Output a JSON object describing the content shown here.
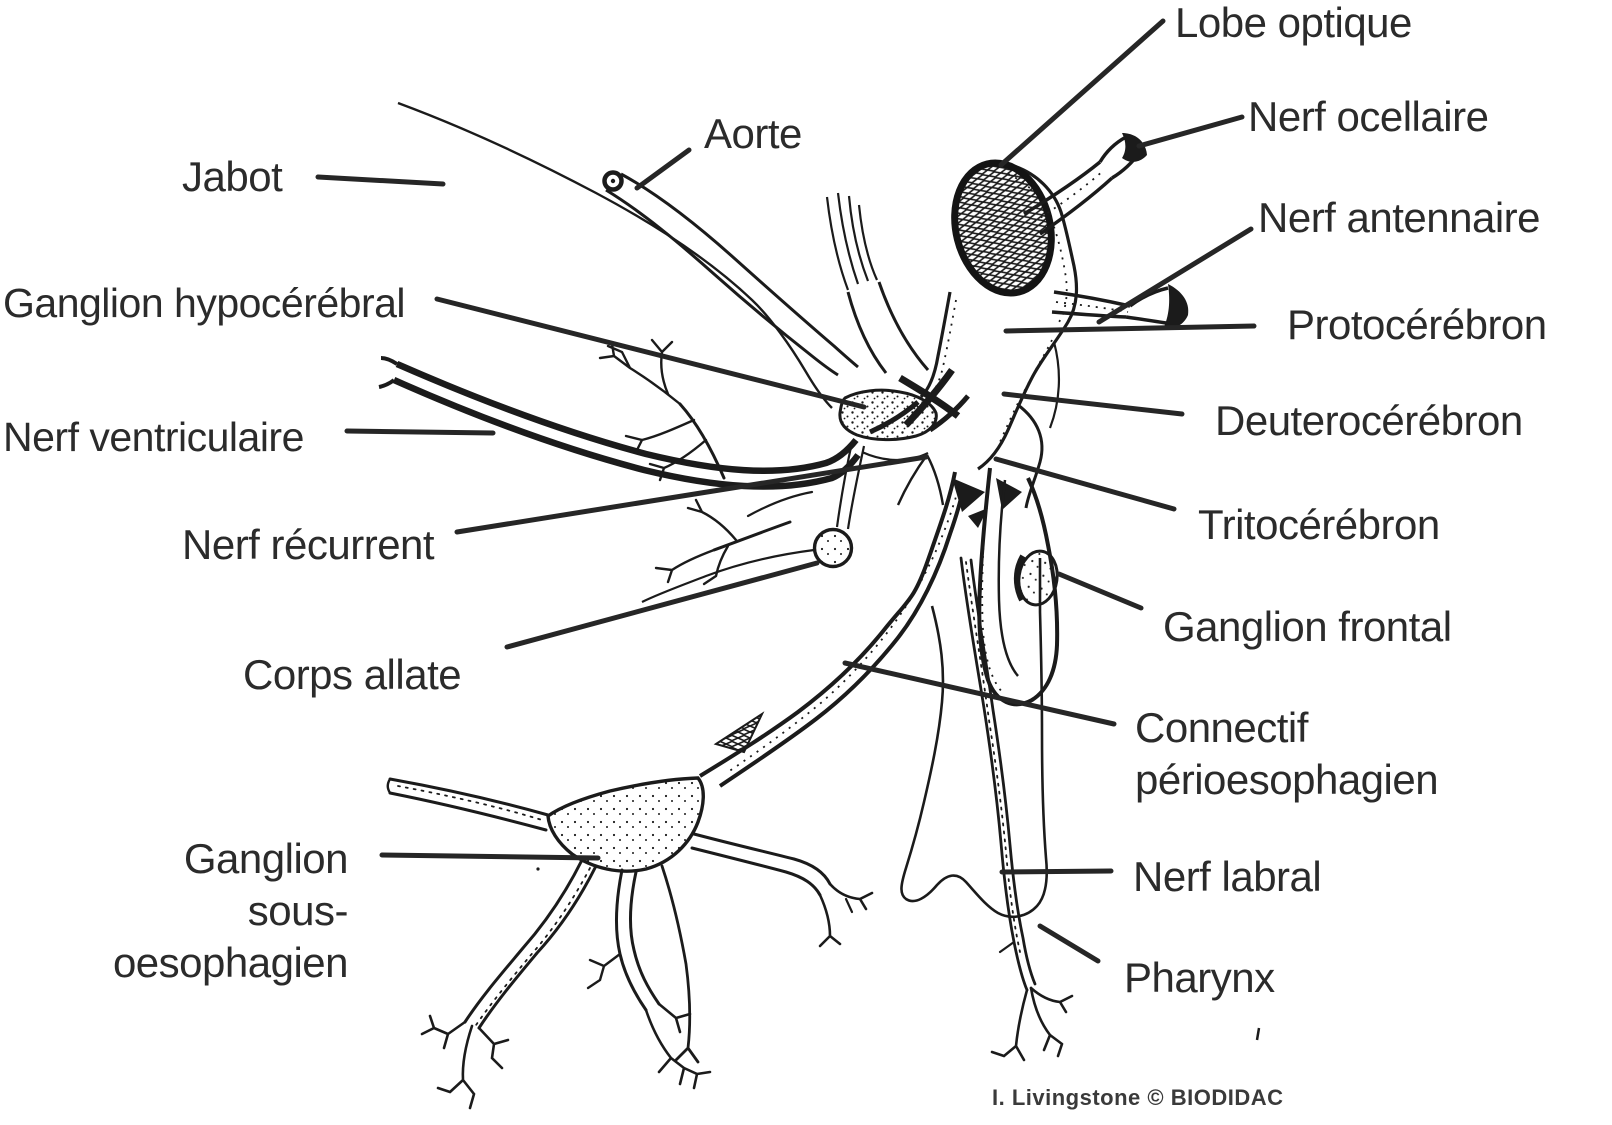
{
  "labels": {
    "lobe_optique": "Lobe optique",
    "nerf_ocellaire": "Nerf ocellaire",
    "aorte": "Aorte",
    "jabot": "Jabot",
    "nerf_antennaire": "Nerf antennaire",
    "ganglion_hypocerebral": "Ganglion hypocérébral",
    "protocerebron": "Protocérébron",
    "nerf_ventriculaire": "Nerf ventriculaire",
    "deuterocerebron": "Deuterocérébron",
    "nerf_recurrent": "Nerf récurrent",
    "tritocerebron": "Tritocérébron",
    "ganglion_frontal": "Ganglion frontal",
    "corps_allate": "Corps allate",
    "connectif": {
      "line1": "Connectif",
      "line2": "périoesophagien"
    },
    "ganglion_sous": {
      "line1": "Ganglion",
      "line2": "sous-oesophagien"
    },
    "nerf_labral": "Nerf labral",
    "pharynx": "Pharynx"
  },
  "credit": "I. Livingstone © BIODIDAC",
  "colors": {
    "ink": "#1b1b1b",
    "leader": "#262626",
    "label_text": "#2b2b2b",
    "background": "#ffffff"
  }
}
